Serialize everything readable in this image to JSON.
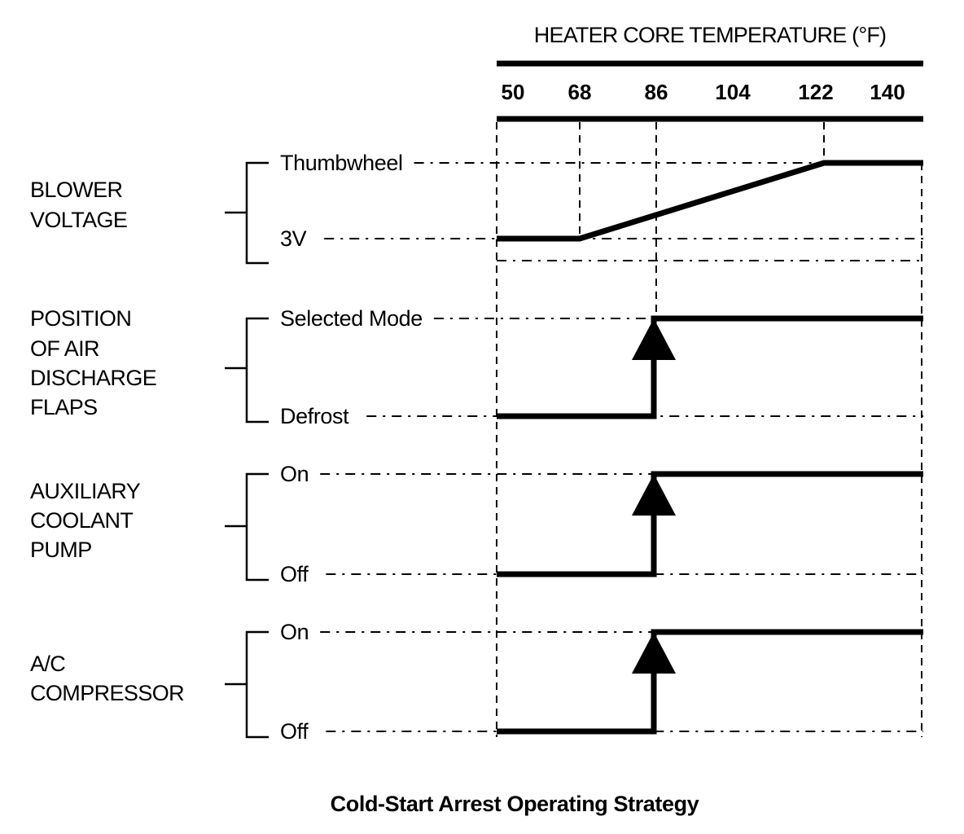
{
  "header": {
    "title": "HEATER CORE TEMPERATURE (°F)",
    "ticks": [
      "50",
      "68",
      "86",
      "104",
      "122",
      "140"
    ]
  },
  "rows": [
    {
      "label_lines": [
        "BLOWER",
        "VOLTAGE"
      ],
      "high_label": "Thumbwheel",
      "low_label": "3V",
      "trace": [
        [
          50,
          "low"
        ],
        [
          68,
          "low"
        ],
        [
          122,
          "high"
        ],
        [
          140,
          "high"
        ]
      ],
      "step_arrow": false
    },
    {
      "label_lines": [
        "POSITION",
        "OF AIR",
        "DISCHARGE",
        "FLAPS"
      ],
      "high_label": "Selected Mode",
      "low_label": "Defrost",
      "trace": [
        [
          50,
          "low"
        ],
        [
          86,
          "low"
        ],
        [
          86,
          "high"
        ],
        [
          140,
          "high"
        ]
      ],
      "step_arrow": true,
      "step_at": 86
    },
    {
      "label_lines": [
        "AUXILIARY",
        "COOLANT",
        "PUMP"
      ],
      "high_label": "On",
      "low_label": "Off",
      "trace": [
        [
          50,
          "low"
        ],
        [
          86,
          "low"
        ],
        [
          86,
          "high"
        ],
        [
          140,
          "high"
        ]
      ],
      "step_arrow": true,
      "step_at": 86
    },
    {
      "label_lines": [
        "A/C",
        "COMPRESSOR"
      ],
      "high_label": "On",
      "low_label": "Off",
      "trace": [
        [
          50,
          "low"
        ],
        [
          86,
          "low"
        ],
        [
          86,
          "high"
        ],
        [
          140,
          "high"
        ]
      ],
      "step_arrow": true,
      "step_at": 86
    }
  ],
  "caption": "Cold-Start Arrest Operating Strategy"
}
